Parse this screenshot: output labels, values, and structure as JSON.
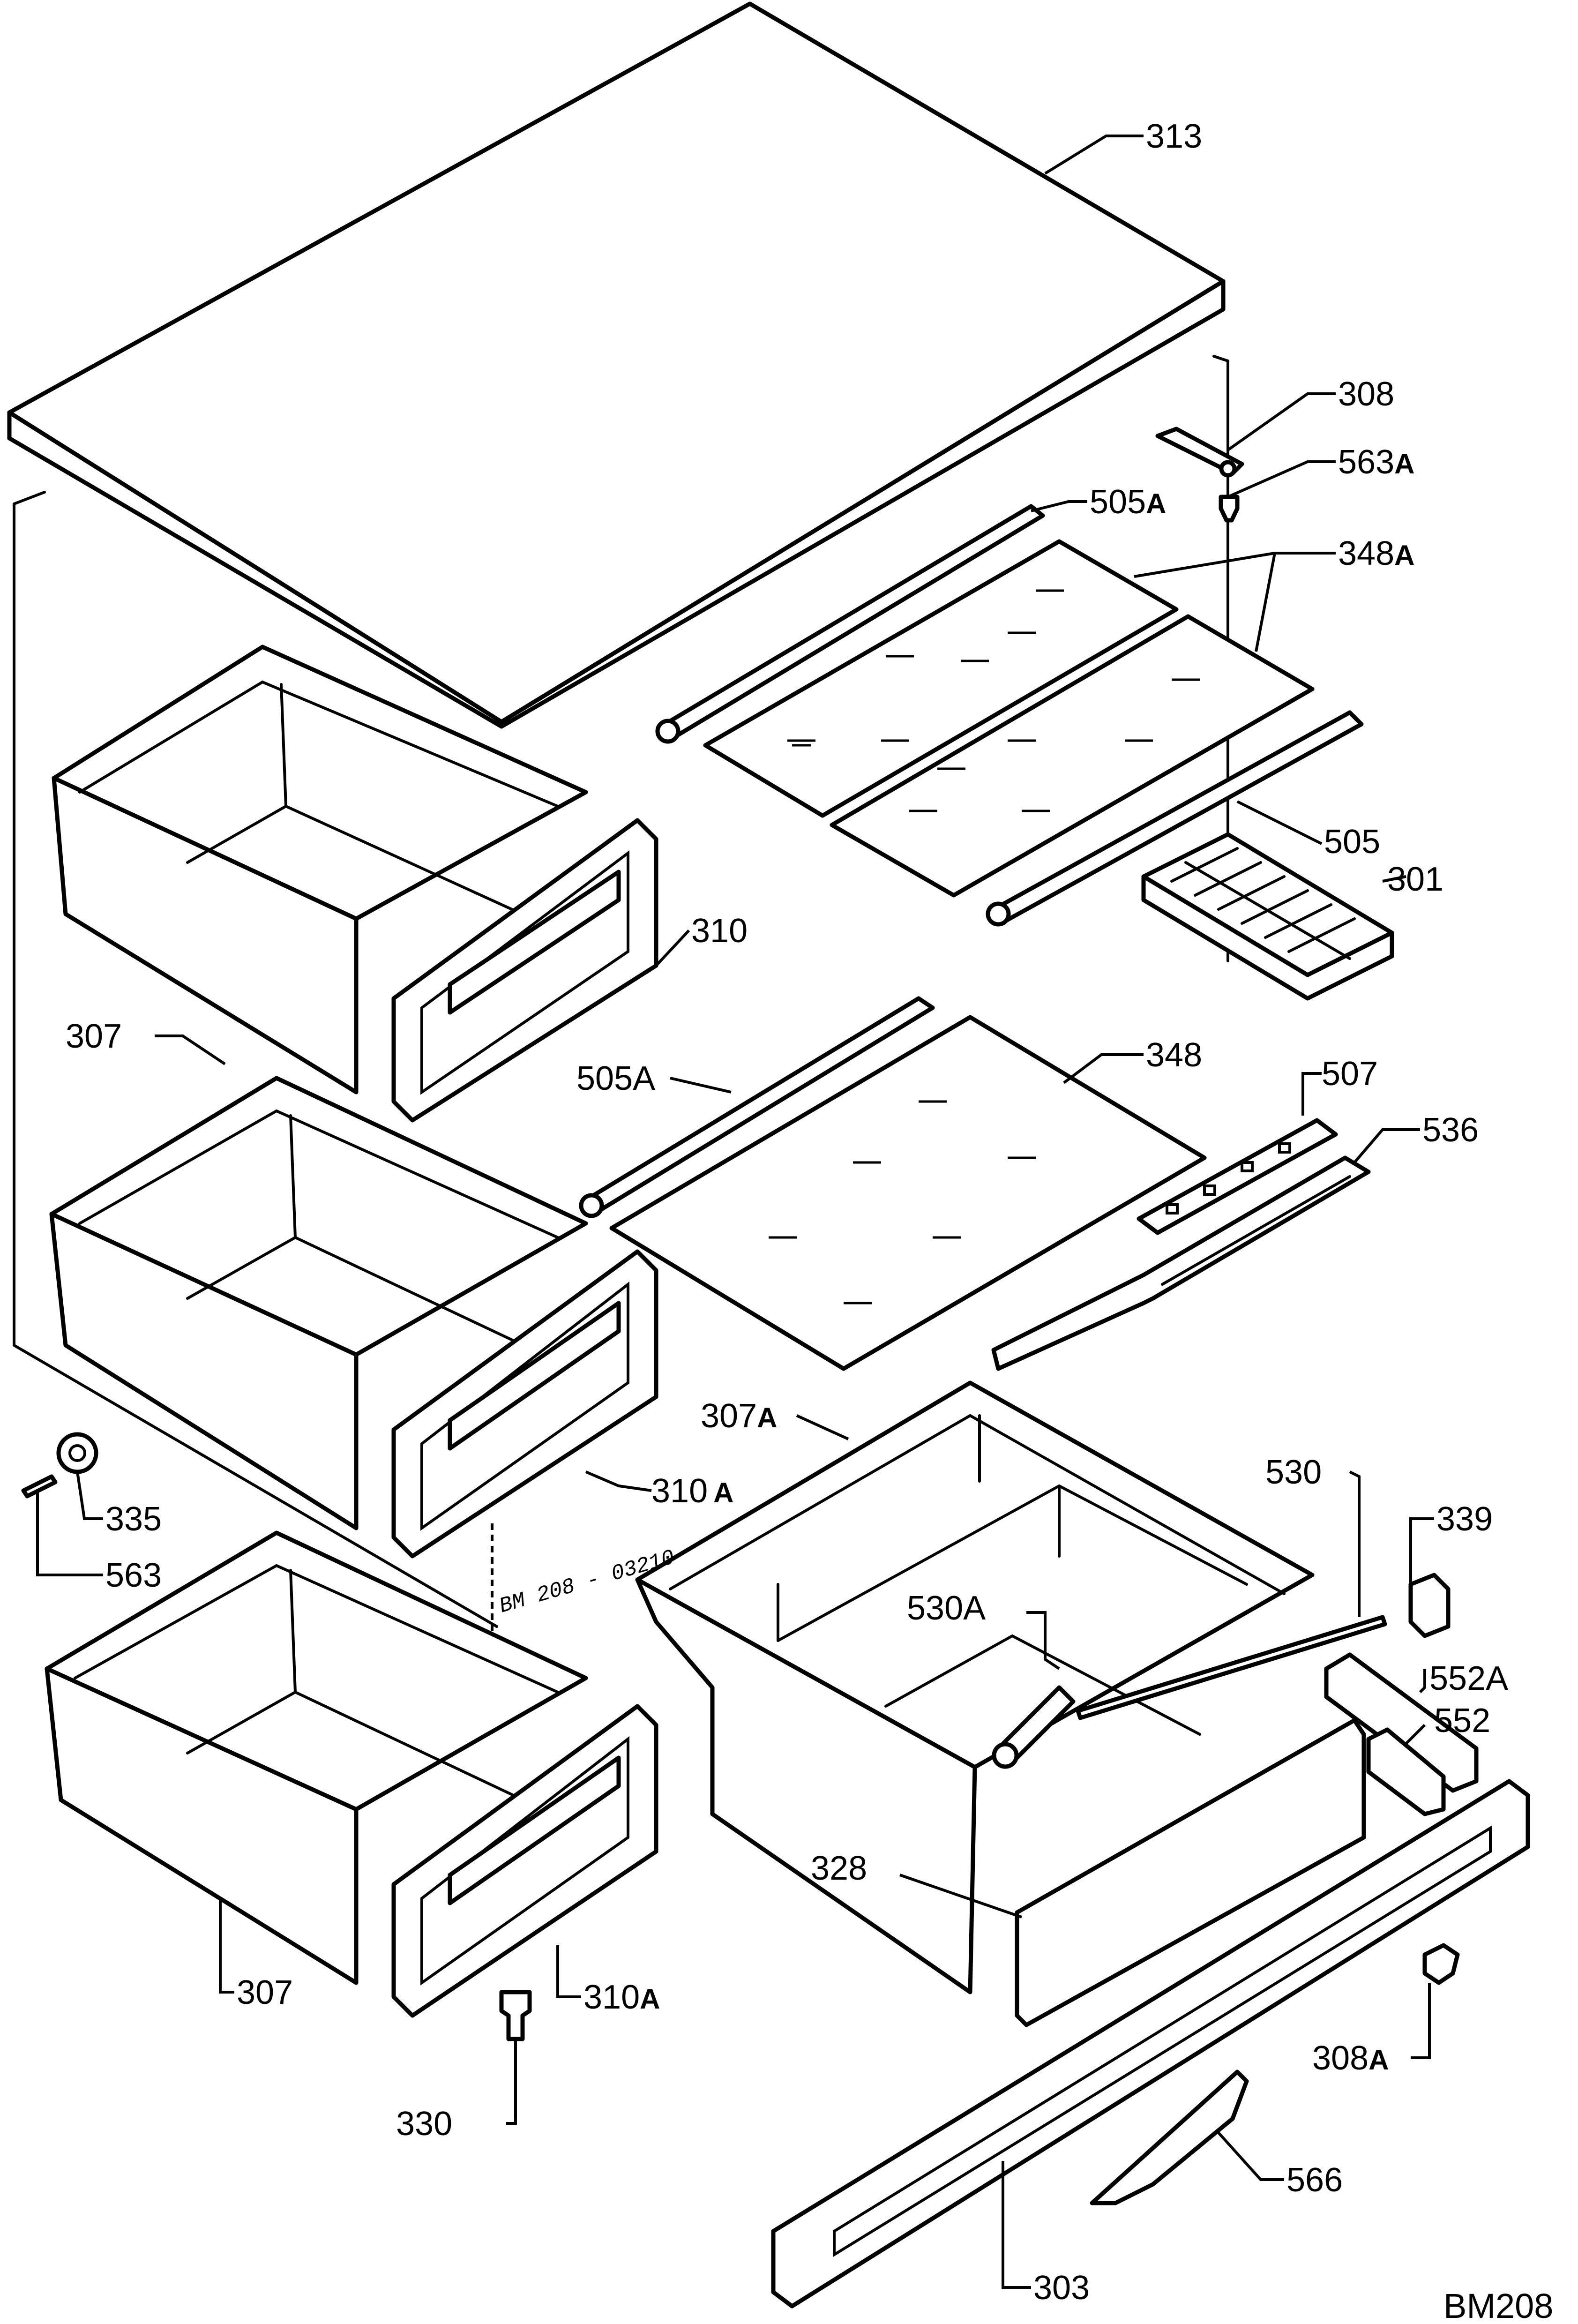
{
  "diagram": {
    "code": "BM208",
    "stamp": "BM 208 - 03210",
    "labels": {
      "l313": {
        "num": "313",
        "suf": ""
      },
      "l308": {
        "num": "308",
        "suf": ""
      },
      "l563a": {
        "num": "563",
        "suf": "A"
      },
      "l505a_top": {
        "num": "505",
        "suf": "A"
      },
      "l348a": {
        "num": "348",
        "suf": "A"
      },
      "l505": {
        "num": "505",
        "suf": ""
      },
      "l301": {
        "num": "301",
        "suf": ""
      },
      "l310": {
        "num": "310",
        "suf": ""
      },
      "l307_top": {
        "num": "307",
        "suf": ""
      },
      "l505a_mid": {
        "num": "505A",
        "suf": ""
      },
      "l348": {
        "num": "348",
        "suf": ""
      },
      "l507": {
        "num": "507",
        "suf": ""
      },
      "l536": {
        "num": "536",
        "suf": ""
      },
      "l307a": {
        "num": "307",
        "suf": "A"
      },
      "l310a_mid": {
        "num": "310",
        "suf": "A"
      },
      "l335": {
        "num": "335",
        "suf": ""
      },
      "l563": {
        "num": "563",
        "suf": ""
      },
      "l530": {
        "num": "530",
        "suf": ""
      },
      "l339": {
        "num": "339",
        "suf": ""
      },
      "l530a": {
        "num": "530A",
        "suf": ""
      },
      "l552a": {
        "num": "552A",
        "suf": ""
      },
      "l552": {
        "num": "552",
        "suf": ""
      },
      "l328": {
        "num": "328",
        "suf": ""
      },
      "l307_bot": {
        "num": "307",
        "suf": ""
      },
      "l310a_bot": {
        "num": "310",
        "suf": "A"
      },
      "l308a": {
        "num": "308",
        "suf": "A"
      },
      "l330": {
        "num": "330",
        "suf": ""
      },
      "l566": {
        "num": "566",
        "suf": ""
      },
      "l303": {
        "num": "303",
        "suf": ""
      }
    }
  }
}
